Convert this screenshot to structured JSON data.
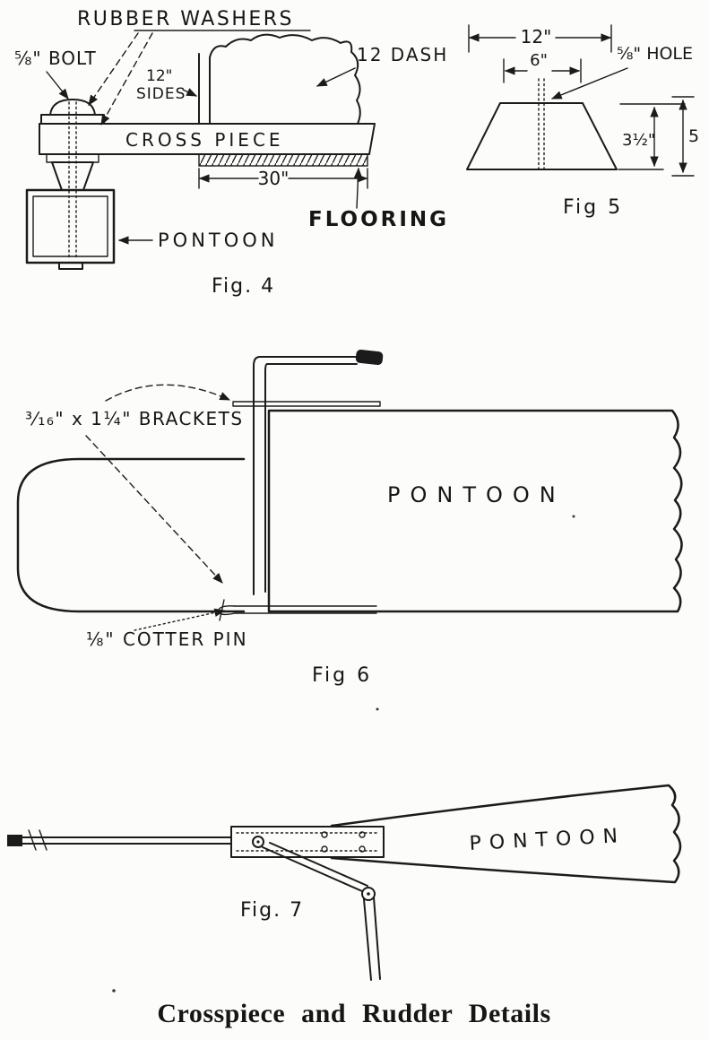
{
  "colors": {
    "ink": "#1b1b1b",
    "paper": "#fcfcfa"
  },
  "page": {
    "caption": "Crosspiece and Rudder Details"
  },
  "fig4": {
    "caption": "Fig. 4",
    "labels": {
      "rubber_washers": "RUBBER WASHERS",
      "bolt": "⅝\" BOLT",
      "sides_size": "12\"",
      "sides_word": "SIDES",
      "dash": "12 DASH",
      "cross_piece": "CROSS PIECE",
      "flooring_width": "30\"",
      "flooring": "FLOORING",
      "pontoon": "PONTOON"
    }
  },
  "fig5": {
    "caption": "Fig 5",
    "labels": {
      "width_outer": "12\"",
      "width_inner": "6\"",
      "hole": "⅝\" HOLE",
      "height_top": "3½\"",
      "height_total": "5"
    }
  },
  "fig6": {
    "caption": "Fig 6",
    "labels": {
      "brackets": "³⁄₁₆\" x 1¼\" BRACKETS",
      "pontoon": "PONTOON",
      "cotter_pin": "⅛\" COTTER PIN"
    }
  },
  "fig7": {
    "caption": "Fig. 7",
    "labels": {
      "pontoon": "PONTOON"
    }
  }
}
